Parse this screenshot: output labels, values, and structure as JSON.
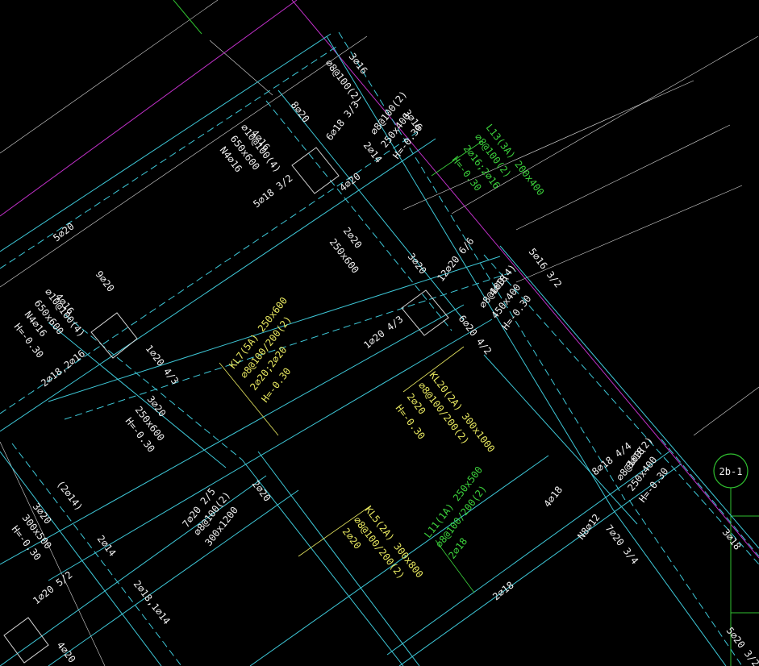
{
  "colors": {
    "background": "#000000",
    "beam_outline": "#3ec8d8",
    "axis_magenta": "#c030c8",
    "axis_green": "#30c030",
    "grid_white": "#d8d8d8",
    "text_white": "#f0f0f0",
    "text_yellow": "#e8e860",
    "text_green": "#3cd23c"
  },
  "labels": {
    "t1": "3⌀16",
    "t2": "⌀8@100(2)",
    "t3": "8⌀20",
    "t4": "3⌀16",
    "t5": "6⌀18 3/3",
    "t6": "4⌀16",
    "t7": "⌀10@100(4)",
    "t8": "650x600",
    "t9": "N4⌀16",
    "t10": "2⌀14",
    "t11": "⌀8@100(2)",
    "t12": "250x400",
    "t13": "H=-0.30",
    "t14": "5⌀18 3/2",
    "t15": "4⌀20",
    "t16": "5⌀20",
    "t17": "2⌀20",
    "t18": "250x600",
    "t19": "3⌀20",
    "t20": "12⌀20 6/6",
    "t21": "5⌀16 3/2",
    "t22": "4⌀18",
    "t23": "⌀8@100(4)",
    "t24": "450x400",
    "t25": "H=-0.30",
    "t26": "9⌀20",
    "t27": "4⌀16",
    "t28": "⌀10@100(4)",
    "t29": "650x600",
    "t30": "N4⌀16",
    "t31": "H=-0.30",
    "t32": "1⌀20 4/3",
    "t33": "6⌀20 4/2",
    "t34": "2⌀18,2⌀16",
    "t35": "1⌀20 4/3",
    "t36": "3⌀20",
    "t37": "250x600",
    "t38": "H=-0.30",
    "t39": "(2⌀14)",
    "t40": "3⌀20",
    "t41": "300x500",
    "t42": "H=-0.30",
    "t43": "2⌀14",
    "t44": "2⌀20",
    "t45": "7⌀20 2/5",
    "t46": "⌀8@100(2)",
    "t47": "300x1200",
    "t48": "2⌀18,1⌀14",
    "t49": "1⌀20 5/2",
    "t50": "4⌀20",
    "t51": "8⌀18 4/4",
    "t52": "3⌀18",
    "t53": "⌀8@100(2)",
    "t54": "250x400",
    "t55": "H=-0.30",
    "t56": "4⌀18",
    "t57": "N8⌀12",
    "t58": "7⌀20 3/4",
    "t59": "2⌀18",
    "t60": "3⌀18",
    "t61": "5⌀20 3/2",
    "y1": "KL7(5A) 250x600",
    "y2": "⌀8@100/200(2)",
    "y3": "2⌀20;2⌀20",
    "y4": "H=-0.30",
    "y5": "KL20(2A) 300x1000",
    "y6": "⌀8@100/200(2)",
    "y7": "2⌀20",
    "y8": "H=-0.30",
    "y9": "KL5(2A) 300x800",
    "y10": "⌀8@100/200(2)",
    "y11": "2⌀20",
    "g1": "L13(3A) 200x400",
    "g2": "⌀8@100(2)",
    "g3": "2⌀16;2⌀16",
    "g4": "H=-0.30",
    "g5": "L11(1A) 250x500",
    "g6": "⌀8@100/200(2)",
    "g7": "2⌀18",
    "axis": "2b-1"
  }
}
